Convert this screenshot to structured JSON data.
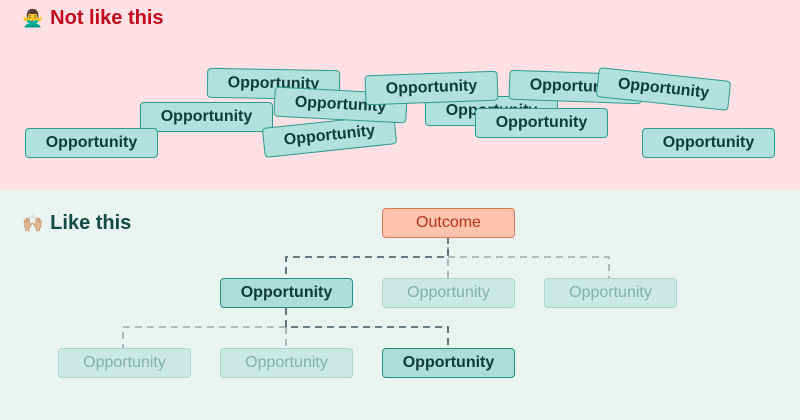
{
  "bad_section": {
    "emoji": "🙅‍♂️",
    "title": "Not like this"
  },
  "good_section": {
    "emoji": "🙌🏼",
    "title": "Like this"
  },
  "opportunity_label": "Opportunity",
  "outcome_label": "Outcome",
  "colors": {
    "bad_bg": "#ffe0e4",
    "good_bg": "#e9f4f1",
    "bad_title": "#c40a1e",
    "good_title": "#124a44",
    "chip_fill": "#b2e0dc",
    "chip_border": "#2a9d90",
    "outcome_fill": "#ffc3ae",
    "outcome_border": "#e07a5a",
    "active_link": "#3f5664",
    "faded_link": "#9aa9b0"
  }
}
